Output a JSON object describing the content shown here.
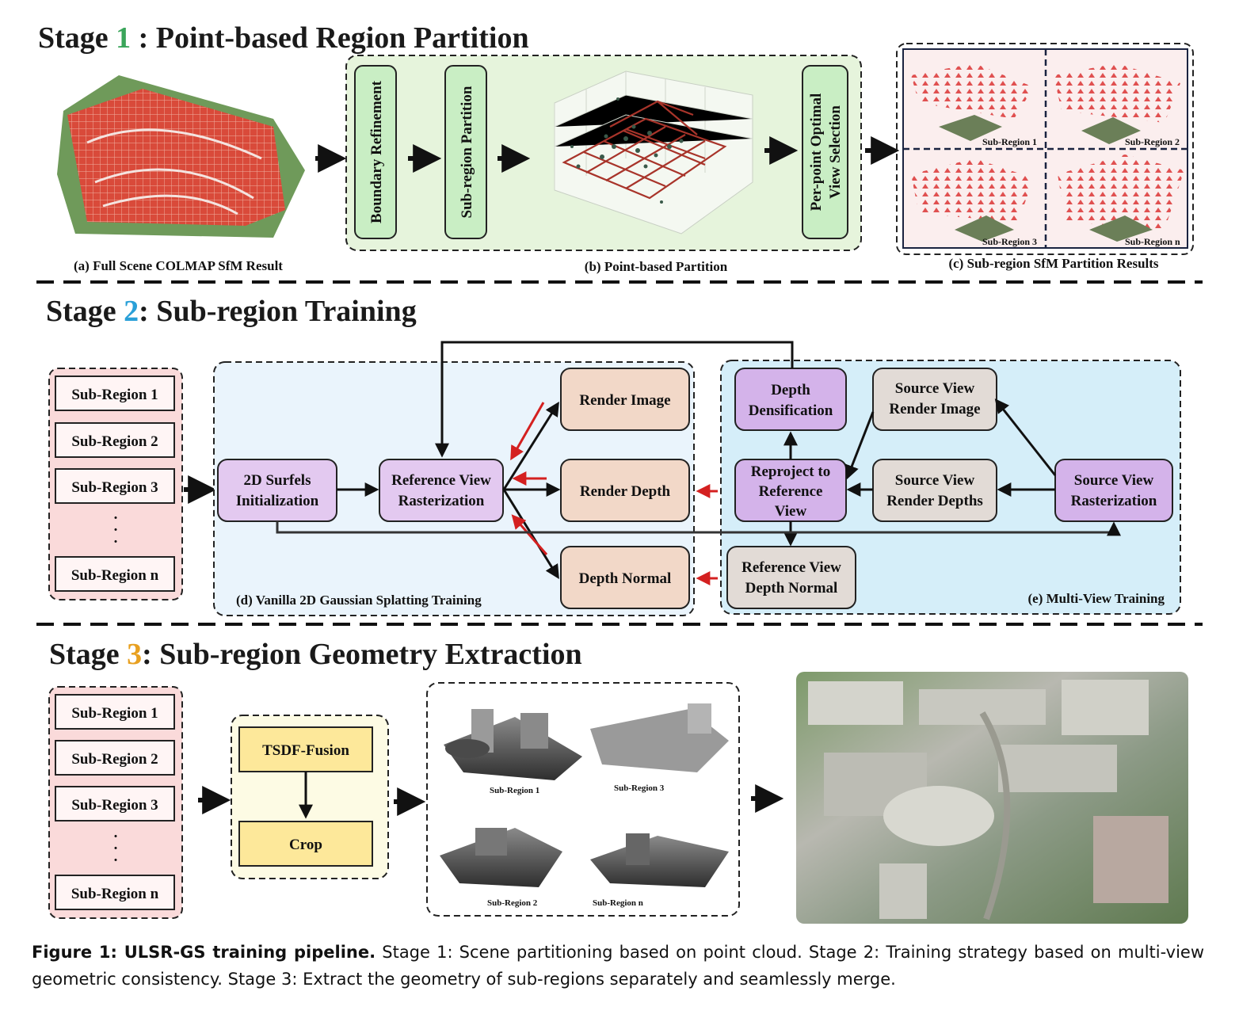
{
  "stage1": {
    "title_prefix": "Stage ",
    "title_num": "1",
    "title_suffix": " : Point-based Region Partition",
    "num_color": "#3aa55a",
    "caption_a": "(a) Full Scene COLMAP SfM Result",
    "boxes": [
      "Boundary Refinement",
      "Sub-region Partition"
    ],
    "view_selection": [
      "Per-point Optimal",
      "View Selection"
    ],
    "caption_b": "(b) Point-based Partition",
    "subregion_labels": [
      "Sub-Region 1",
      "Sub-Region 2",
      "Sub-Region 3",
      "Sub-Region n"
    ],
    "caption_c": "(c) Sub-region SfM Partition Results"
  },
  "stage2": {
    "title_prefix": "Stage ",
    "title_num": "2",
    "title_suffix": ": Sub-region Training",
    "num_color": "#2aa0d8",
    "regions": [
      "Sub-Region 1",
      "Sub-Region 2",
      "Sub-Region 3",
      "Sub-Region n"
    ],
    "dots": ".",
    "surfels": [
      "2D Surfels",
      "Initialization"
    ],
    "ref_raster": [
      "Reference View",
      "Rasterization"
    ],
    "render_image": "Render Image",
    "render_depth": "Render Depth",
    "depth_normal": "Depth Normal",
    "caption_d": "(d) Vanilla 2D Gaussian Splatting Training",
    "densification": [
      "Depth",
      "Densification"
    ],
    "reproject": [
      "Reproject to",
      "Reference",
      "View"
    ],
    "ref_depth_normal": [
      "Reference View",
      "Depth Normal"
    ],
    "src_render_image": [
      "Source View",
      "Render Image"
    ],
    "src_render_depths": [
      "Source View",
      "Render Depths"
    ],
    "src_raster": [
      "Source View",
      "Rasterization"
    ],
    "caption_e": "(e) Multi-View Training"
  },
  "stage3": {
    "title_prefix": "Stage ",
    "title_num": "3",
    "title_suffix": ": Sub-region Geometry Extraction",
    "num_color": "#e8a020",
    "regions": [
      "Sub-Region 1",
      "Sub-Region 2",
      "Sub-Region 3",
      "Sub-Region n"
    ],
    "tsdf": "TSDF-Fusion",
    "crop": "Crop",
    "mesh_labels": [
      "Sub-Region 1",
      "Sub-Region 3",
      "Sub-Region 2",
      "Sub-Region n"
    ]
  },
  "caption": {
    "bold": "Figure 1: ULSR-GS training pipeline.",
    "text": " Stage 1: Scene partitioning based on point cloud. Stage 2: Training strategy based on multi-view geometric consistency. Stage 3: Extract the geometry of sub-regions separately and seamlessly merge."
  },
  "colors": {
    "green_panel": "#e6f4dc",
    "green_box": "#c9eec4",
    "pink_panel": "#fadada",
    "blue_panel": "#eaf4fc",
    "cyan_panel": "#d5eef9",
    "yellow_panel": "#fdfbe4",
    "yellow_box": "#fde89a",
    "purple_box": "#e3c9f0",
    "tan_box": "#f2d8c8",
    "gray_box": "#e2dbd6",
    "red_arrow": "#d42020"
  }
}
